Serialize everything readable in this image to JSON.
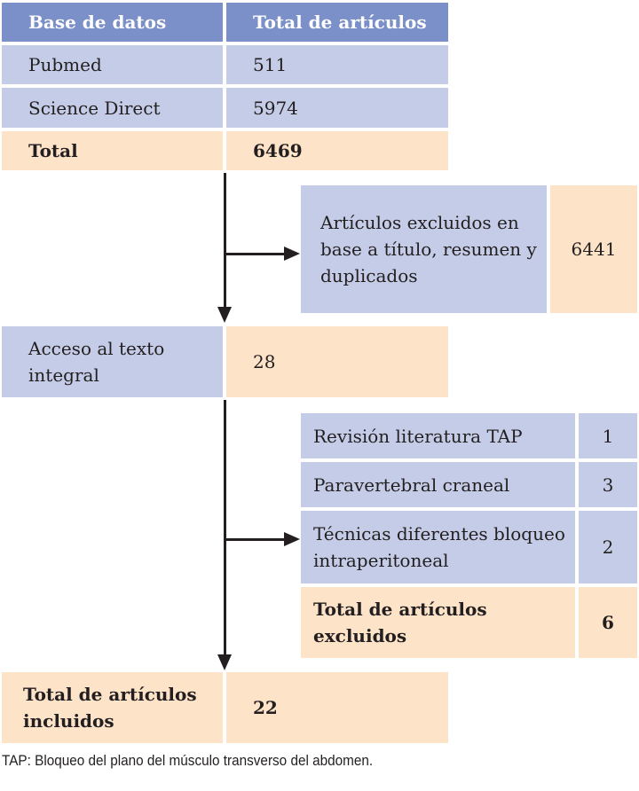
{
  "source_table": {
    "headers": [
      "Base de datos",
      "Total de artículos"
    ],
    "rows": [
      {
        "label": "Pubmed",
        "value": "511"
      },
      {
        "label": "Science Direct",
        "value": "5974"
      }
    ],
    "total": {
      "label": "Total",
      "value": "6469"
    }
  },
  "exclusion_1": {
    "label": "Artículos excluidos en base a título, resumen y duplicados",
    "value": "6441"
  },
  "full_text": {
    "label": "Acceso al texto integral",
    "value": "28"
  },
  "exclusion_2": {
    "rows": [
      {
        "label": "Revisión literatura TAP",
        "value": "1"
      },
      {
        "label": "Paravertebral craneal",
        "value": "3"
      },
      {
        "label": "Técnicas diferentes bloqueo intraperitoneal",
        "value": "2"
      }
    ],
    "total": {
      "label": "Total de artículos excluidos",
      "value": "6"
    }
  },
  "included": {
    "label": "Total de artículos incluidos",
    "value": "22"
  },
  "caption": "TAP: Bloqueo del plano del músculo transverso del abdomen.",
  "colors": {
    "header": "#7b8fc8",
    "blue_cell": "#c5cce7",
    "peach_cell": "#fde3c8",
    "line": "#231f20"
  }
}
